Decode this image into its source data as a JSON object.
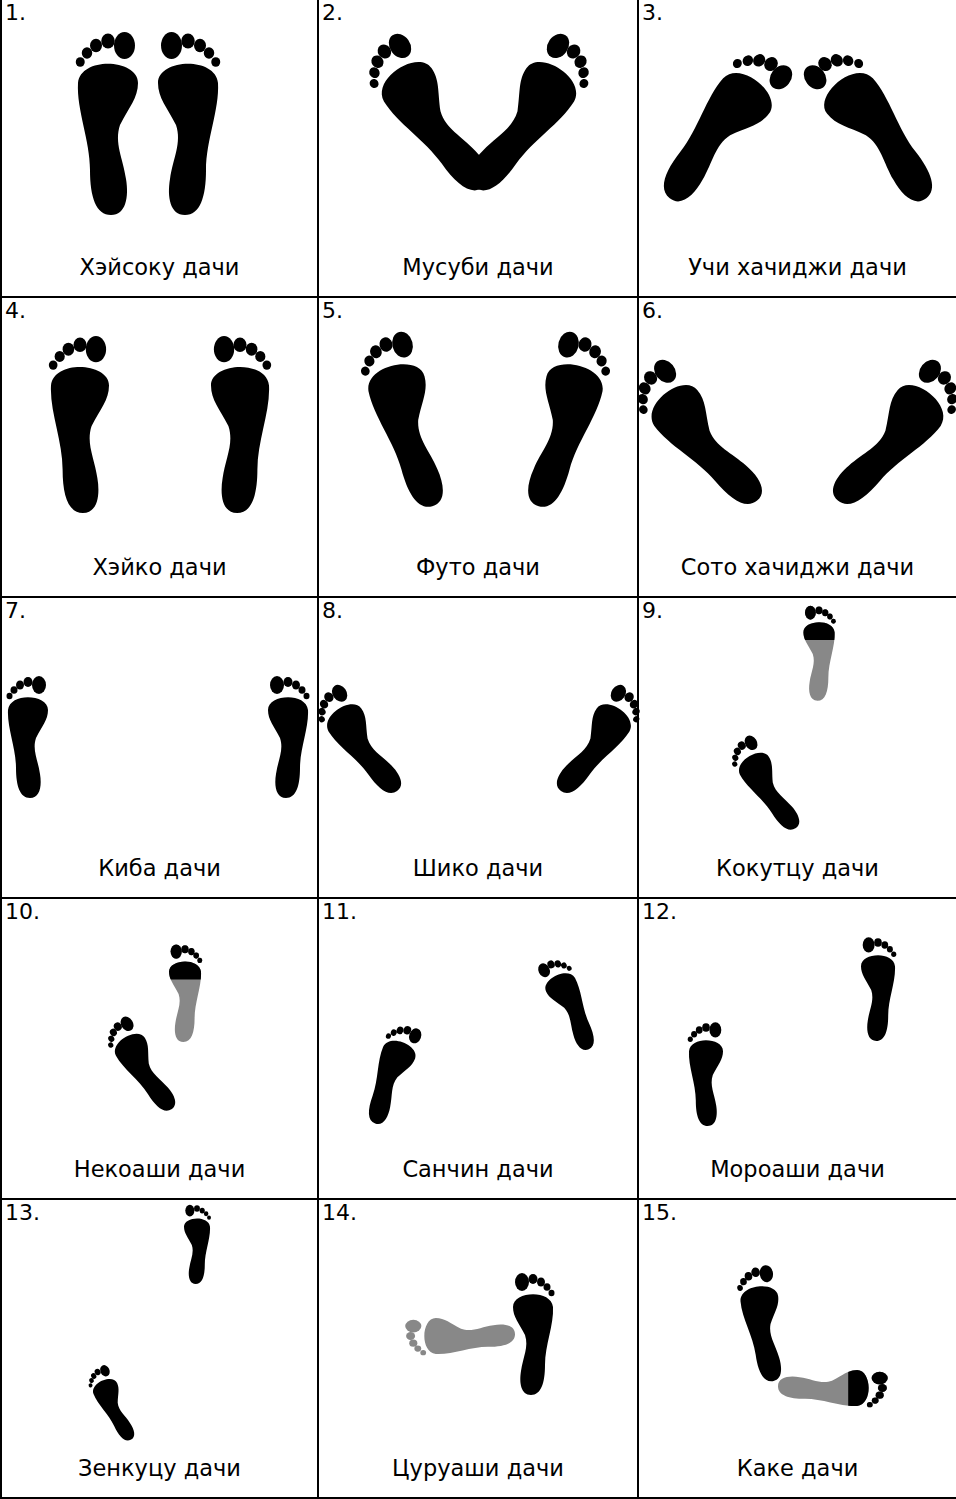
{
  "diagram": {
    "nodes": [
      {
        "text": [
          "1.",
          "Хэйсоку дачи"
        ]
      },
      {
        "text": [
          "2.",
          "Мусуби дачи"
        ]
      },
      {
        "text": [
          "3.",
          "Учи хачиджи дачи"
        ]
      },
      {
        "text": [
          "4.",
          "Хэйко дачи"
        ]
      },
      {
        "text": [
          "5.",
          "Футо дачи"
        ]
      },
      {
        "text": [
          "6.",
          "Сото хачиджи дачи"
        ]
      },
      {
        "text": [
          "7.",
          "Киба дачи"
        ]
      },
      {
        "text": [
          "8.",
          "Шико дачи"
        ]
      },
      {
        "text": [
          "9.",
          "Кокутцу дачи"
        ]
      },
      {
        "text": [
          "10.",
          "Некоаши дачи"
        ]
      },
      {
        "text": [
          "11.",
          "Санчин дачи"
        ]
      },
      {
        "text": [
          "12.",
          "Мороаши дачи"
        ]
      },
      {
        "text": [
          "13.",
          "Зенкуцу дачи"
        ]
      },
      {
        "text": [
          "14.",
          "Цуруаши дачи"
        ]
      },
      {
        "text": [
          "15.",
          "Каке дачи"
        ]
      }
    ]
  }
}
